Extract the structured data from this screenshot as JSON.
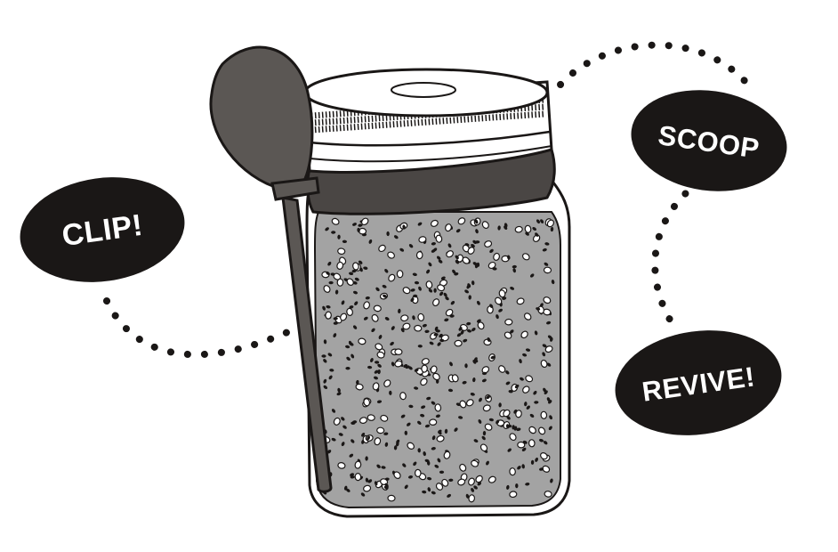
{
  "labels": {
    "clip": "CLIP!",
    "scoop": "SCOOP",
    "revive": "REVIVE!"
  },
  "colors": {
    "ink": "#1a1716",
    "spoon": "#5b5754",
    "jar_contents": "#a3a3a3",
    "lid": "#ffffff",
    "background": "#ffffff"
  },
  "icons": {
    "spoon": "measuring-spoon-icon",
    "jar": "mason-jar-icon"
  }
}
